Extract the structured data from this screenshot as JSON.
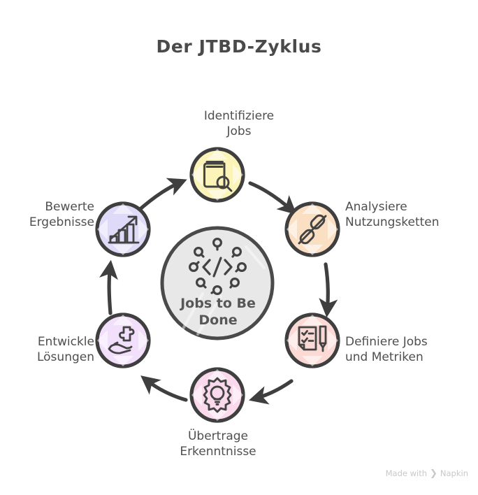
{
  "page": {
    "title": "Der JTBD-Zyklus",
    "background_color": "#ffffff",
    "ink_color": "#424242"
  },
  "center": {
    "label": "Jobs to Be\nDone",
    "icon": "code-network-icon",
    "fill_color": "#e8e8e8",
    "stroke_color": "#4a4a4a"
  },
  "cycle": {
    "direction": "clockwise",
    "steps": [
      {
        "id": "identifiziere-jobs",
        "label": "Identifiziere\nJobs",
        "icon": "book-search-icon",
        "fill_color": "#fbf3b8",
        "position": "top"
      },
      {
        "id": "analysiere-nutzungsketten",
        "label": "Analysiere\nNutzungsketten",
        "icon": "chain-link-icon",
        "fill_color": "#fbdfc3",
        "position": "top-right"
      },
      {
        "id": "definiere-jobs-und-metriken",
        "label": "Definiere Jobs\nund Metriken",
        "icon": "checklist-pen-icon",
        "fill_color": "#fbdad6",
        "position": "bottom-right"
      },
      {
        "id": "uebertrage-erkenntnisse",
        "label": "Übertrage\nErkenntnisse",
        "icon": "gear-lightbulb-icon",
        "fill_color": "#fbd9ec",
        "position": "bottom"
      },
      {
        "id": "entwickle-loesungen",
        "label": "Entwickle\nLösungen",
        "icon": "hand-puzzle-icon",
        "fill_color": "#f2dffb",
        "position": "bottom-left"
      },
      {
        "id": "bewerte-ergebnisse",
        "label": "Bewerte\nErgebnisse",
        "icon": "bar-chart-growth-icon",
        "fill_color": "#dedaf7",
        "position": "top-left"
      }
    ]
  },
  "watermark": {
    "prefix": "Made with",
    "brand": "Napkin"
  }
}
